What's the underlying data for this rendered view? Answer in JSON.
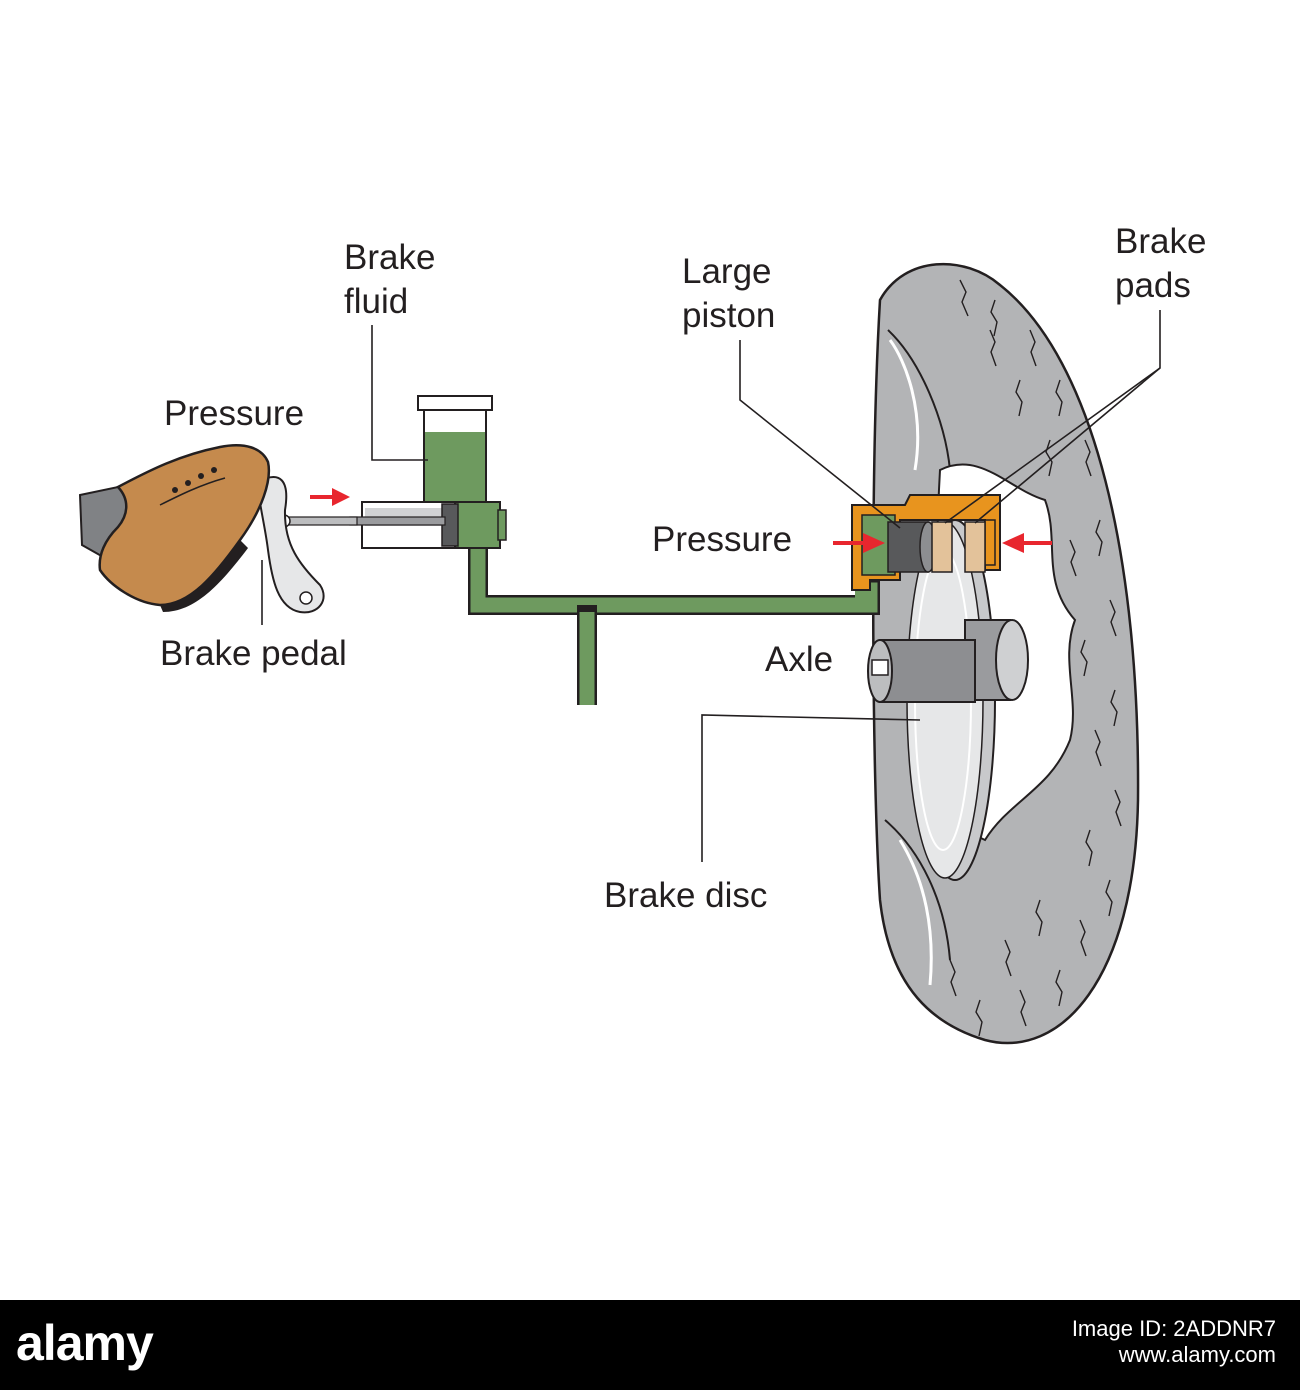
{
  "labels": {
    "brake_fluid": "Brake\nfluid",
    "pressure_foot": "Pressure",
    "brake_pedal": "Brake pedal",
    "large_piston": "Large\npiston",
    "brake_pads": "Brake\npads",
    "pressure_caliper": "Pressure",
    "axle": "Axle",
    "brake_disc": "Brake disc"
  },
  "watermark": "alamy",
  "footer": {
    "logo": "alamy",
    "image_id": "Image ID: 2ADDNR7",
    "site": "www.alamy.com"
  },
  "colors": {
    "fluid_green": "#6e9a5f",
    "caliper_orange": "#e8941e",
    "pad_tan": "#e3c29a",
    "shoe_brown": "#c58a4d",
    "tyre_grey": "#b3b4b6",
    "arrow_red": "#e8262e",
    "outline": "#231f20"
  }
}
